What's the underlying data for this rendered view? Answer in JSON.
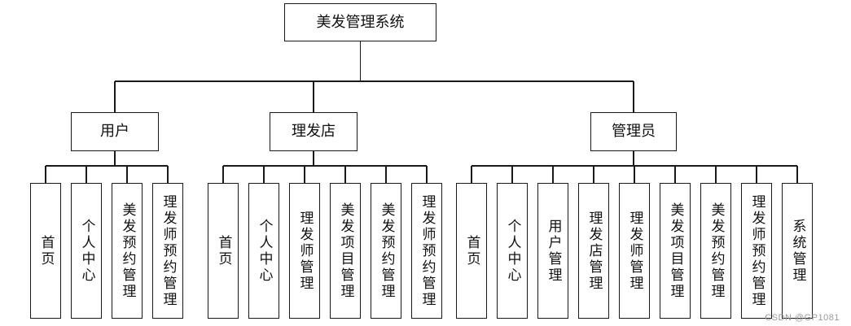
{
  "root": {
    "label": "美发管理系统"
  },
  "branches": [
    {
      "label": "用户",
      "children": [
        "首页",
        "个人中心",
        "美发预约管理",
        "理发师预约管理"
      ]
    },
    {
      "label": "理发店",
      "children": [
        "首页",
        "个人中心",
        "理发师管理",
        "美发项目管理",
        "美发预约管理",
        "理发师预约管理"
      ]
    },
    {
      "label": "管理员",
      "children": [
        "首页",
        "个人中心",
        "用户管理",
        "理发店管理",
        "理发师管理",
        "美发项目管理",
        "美发预约管理",
        "理发师预约管理",
        "系统管理"
      ]
    }
  ],
  "watermark": "CSDN @GP1081"
}
